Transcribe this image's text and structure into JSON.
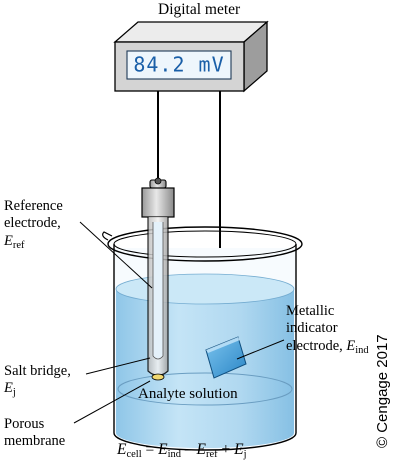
{
  "meter": {
    "title": "Digital meter",
    "reading": "84.2 mV",
    "display_color": "#1a5fa8"
  },
  "labels": {
    "reference_electrode_line1": "Reference",
    "reference_electrode_line2": "electrode,",
    "reference_symbol": "E",
    "reference_sub": "ref",
    "indicator_line1": "Metallic",
    "indicator_line2": "indicator",
    "indicator_line3": "electrode,",
    "indicator_symbol": "E",
    "indicator_sub": "ind",
    "salt_bridge_line1": "Salt bridge,",
    "salt_bridge_symbol": "E",
    "salt_bridge_sub": "j",
    "porous_line1": "Porous",
    "porous_line2": "membrane",
    "analyte": "Analyte solution"
  },
  "equation": {
    "E": "E",
    "cell": "cell",
    "eq": " = ",
    "ind": "ind",
    "minus": " – ",
    "ref": "ref",
    "plus": " + ",
    "j": "j"
  },
  "copyright": "© Cengage 2017",
  "colors": {
    "solution": "#aed6ef",
    "indicator_electrode": "#4aa3dc",
    "meter_body": "#d4d4d4"
  }
}
